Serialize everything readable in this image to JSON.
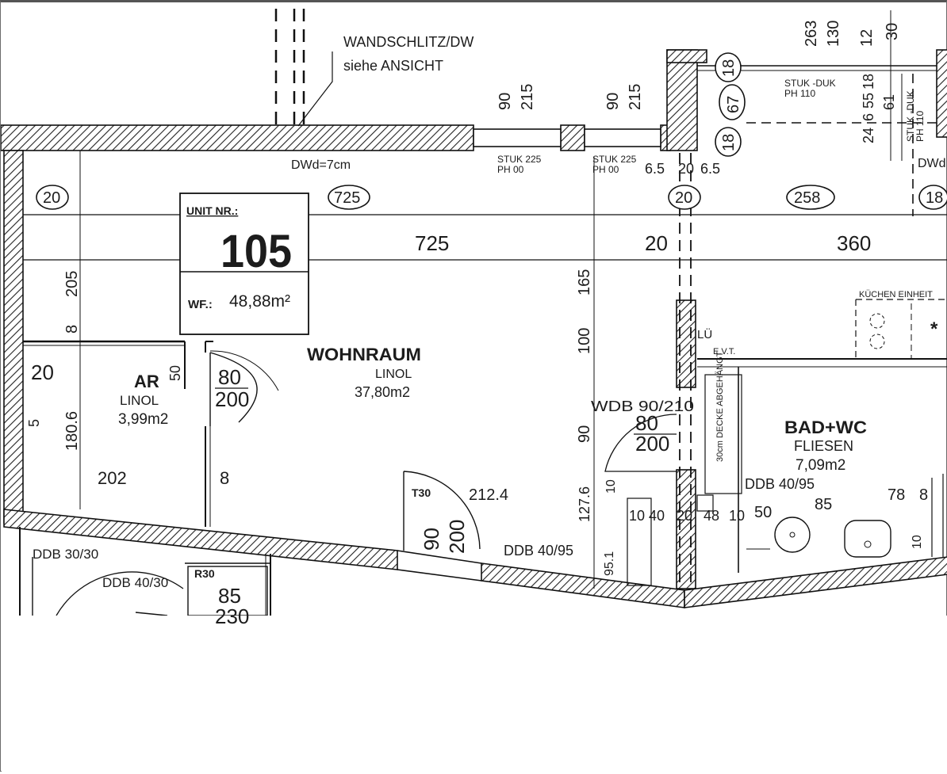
{
  "plan": {
    "unit_box": {
      "label": "UNIT NR.:",
      "number": "105",
      "wf_label": "WF.:",
      "wf_value": "48,88m²"
    },
    "notes": {
      "slot_line1": "WANDSCHLITZ/DW",
      "slot_line2": "siehe ANSICHT",
      "dwd": "DWd=7cm",
      "dwd_right": "DWd"
    },
    "rooms": {
      "wohnraum": {
        "name": "WOHNRAUM",
        "floor": "LINOL",
        "area": "37,80m2"
      },
      "ar": {
        "name": "AR",
        "floor": "LINOL",
        "area": "3,99m2"
      },
      "bad": {
        "name": "BAD+WC",
        "floor": "FLIESEN",
        "area": "7,09m2"
      }
    },
    "openings": {
      "stuk_a": "STUK 225",
      "ph_a": "PH 00",
      "stuk_b": "STUK 225",
      "ph_b": "PH 00",
      "stuk_c": "STUK -DUK",
      "ph_c": "PH 110",
      "stuk_d": "STUK -DUK",
      "ph_d": "PH 110",
      "wdb": "WDB 90/210",
      "ddb_bad": "DDB 40/95",
      "ddb_south": "DDB 40/95",
      "ddb_bl1": "DDB 30/30",
      "ddb_bl2": "DDB 40/30",
      "t30": "T30",
      "r30": "R30",
      "kitchen": "KÜCHEN EINHEIT",
      "evt": "E.V.T.",
      "lu": "LÜ",
      "ceiling": "30cm DECKE ABGEHÄNGT"
    },
    "circled": {
      "c20a": "20",
      "c725": "725",
      "c20b": "20",
      "c258": "258",
      "c18a": "18",
      "c18b": "18",
      "c67": "67",
      "c18c": "18"
    },
    "dims": {
      "d725": "725",
      "d20": "20",
      "d360": "360",
      "d205": "205",
      "d8a": "8",
      "d20b": "20",
      "d5": "5",
      "d180_6": "180.6",
      "d202": "202",
      "d8b": "8",
      "d50": "50",
      "d80a": "80",
      "d200a": "200",
      "d165": "165",
      "d100": "100",
      "d90a": "90",
      "d80b": "80",
      "d200b": "200",
      "d127_6": "127.6",
      "d95_1": "95.1",
      "d10": "10",
      "d212_4": "212.4",
      "d90b": "90",
      "d200c": "200",
      "d85a": "85",
      "d230": "230",
      "d6_5a": "6.5",
      "d20c": "20",
      "d6_5b": "6.5",
      "d90t1": "90",
      "d215t1": "215",
      "d90t2": "90",
      "d215t2": "215",
      "d263": "263",
      "d130": "130",
      "d12": "12",
      "d30": "30",
      "d24": "24",
      "d6": "6",
      "d55": "55",
      "d18": "18",
      "d61": "61",
      "d10_40": "10 40",
      "d20d": "20",
      "d48": "48",
      "d10b": "10",
      "d50b": "50",
      "d85b": "85",
      "d78": "78",
      "d8c": "8",
      "d10c": "10"
    }
  }
}
